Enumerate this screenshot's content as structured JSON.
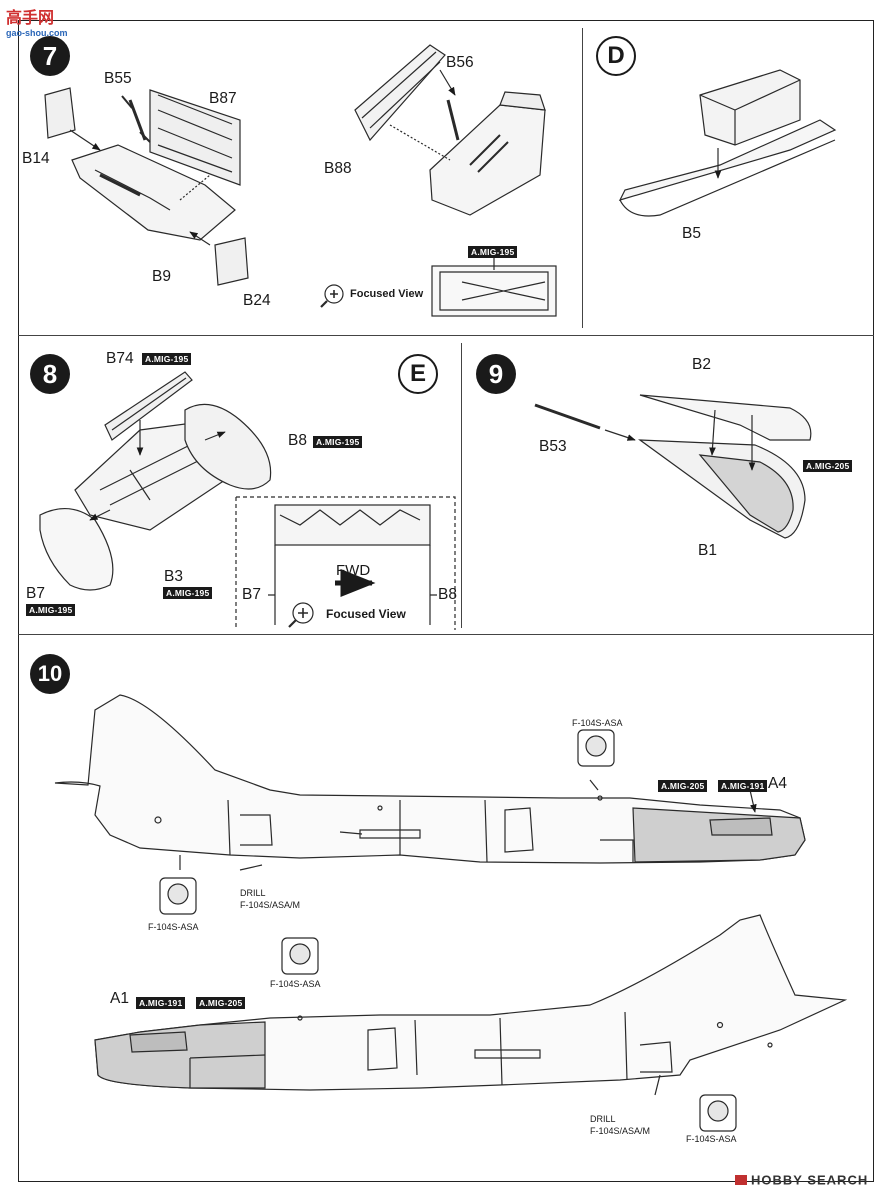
{
  "watermark": {
    "text": "gao-shou.com"
  },
  "steps": {
    "s7": {
      "number": "7",
      "parts": [
        "B55",
        "B87",
        "B14",
        "B9",
        "B24"
      ]
    },
    "s7b": {
      "parts": [
        "B56",
        "B88"
      ],
      "tag": "A.MIG-195",
      "focused": "Focused View"
    },
    "sD": {
      "letter": "D",
      "part": "B5"
    },
    "s8": {
      "number": "8",
      "b74": "B74",
      "b74_tag": "A.MIG-195",
      "b8": "B8",
      "b8_tag": "A.MIG-195",
      "b7": "B7",
      "b7_tag": "A.MIG-195",
      "b3": "B3",
      "b3_tag": "A.MIG-195"
    },
    "sE": {
      "letter": "E",
      "fwd": "FWD",
      "b7": "B7",
      "b8": "B8",
      "focused": "Focused View"
    },
    "s9": {
      "number": "9",
      "b2": "B2",
      "b53": "B53",
      "b1": "B1",
      "tag": "A.MIG-205"
    },
    "s10": {
      "number": "10",
      "top": {
        "variant_label": "F-104S-ASA",
        "tag_a": "A.MIG-205",
        "tag_b": "A.MIG-191",
        "part": "A4",
        "drill_1": "DRILL",
        "drill_2": "F-104S/ASA/M",
        "variant_label_2": "F-104S-ASA"
      },
      "bottom": {
        "part": "A1",
        "tag_a": "A.MIG-191",
        "tag_b": "A.MIG-205",
        "variant_label": "F-104S-ASA",
        "drill_1": "DRILL",
        "drill_2": "F-104S/ASA/M",
        "variant_label_2": "F-104S-ASA"
      }
    }
  },
  "footer": {
    "logo": "HOBBY SEARCH"
  }
}
